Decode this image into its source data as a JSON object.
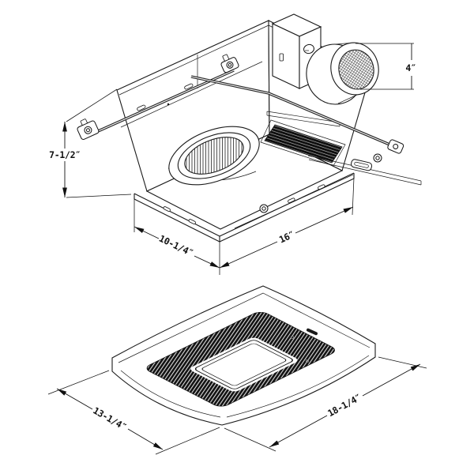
{
  "drawing": {
    "background_color": "#ffffff",
    "line_color": "#1a1a1a",
    "louver_color": "#141414",
    "housing_view": {
      "height_dim": "7-1/2″",
      "duct_dim": "4″",
      "depth_dim": "10-1/4″",
      "width_dim": "16″"
    },
    "grille_view": {
      "depth_dim": "13-1/4″",
      "width_dim": "18-1/4″"
    }
  }
}
